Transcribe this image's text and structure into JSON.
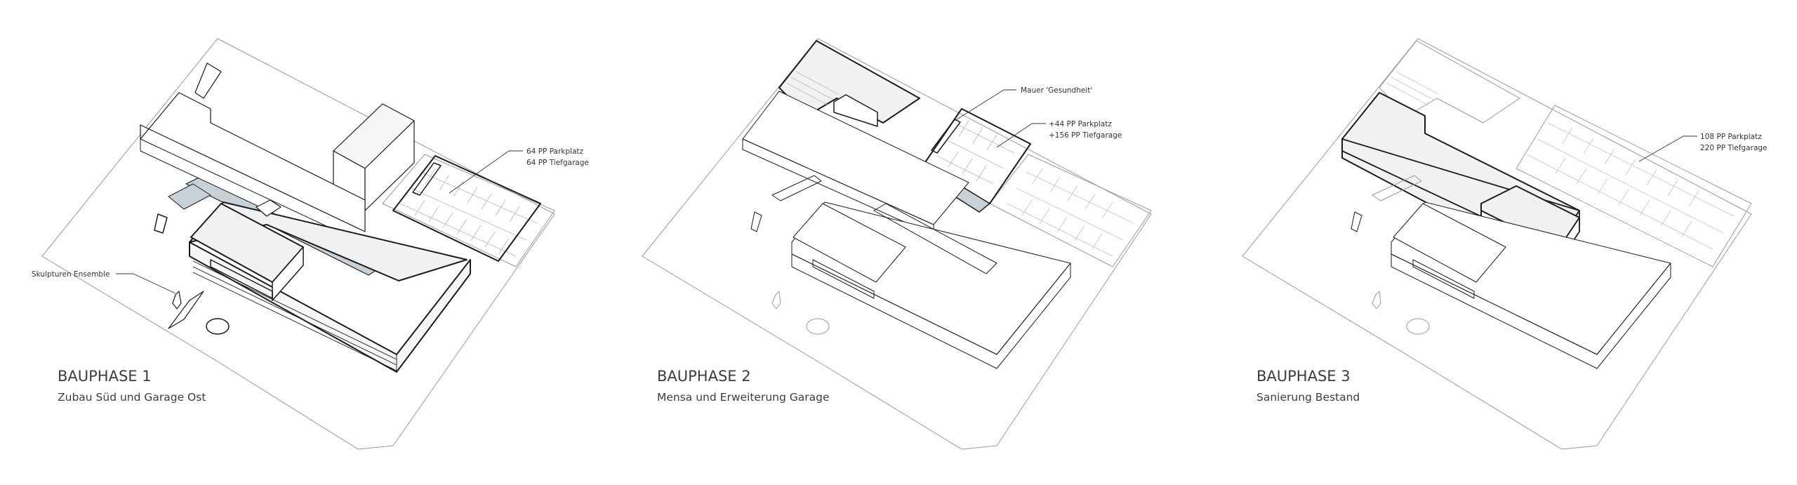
{
  "colors": {
    "ink": "#1c1c1c",
    "thin": "#9a9a9a",
    "roof": "#f1f1f1",
    "courtyard": "#c8d1d7",
    "text": "#3d3d3d"
  },
  "phases": [
    {
      "title": "BAUPHASE 1",
      "subtitle": "Zubau Süd und Garage Ost",
      "annotations": [
        {
          "lines": [
            "64 PP  Parkplatz",
            "64 PP  Tiefgarage"
          ]
        },
        {
          "lines": [
            "Skulpturen Ensemble"
          ]
        }
      ]
    },
    {
      "title": "BAUPHASE 2",
      "subtitle": "Mensa und Erweiterung Garage",
      "annotations": [
        {
          "lines": [
            "Mauer 'Gesundheit'"
          ]
        },
        {
          "lines": [
            "+44 PP  Parkplatz",
            "+156 PP  Tiefgarage"
          ]
        }
      ]
    },
    {
      "title": "BAUPHASE 3",
      "subtitle": "Sanierung Bestand",
      "annotations": [
        {
          "lines": [
            "108 PP  Parkplatz",
            "220 PP  Tiefgarage"
          ]
        }
      ]
    }
  ]
}
